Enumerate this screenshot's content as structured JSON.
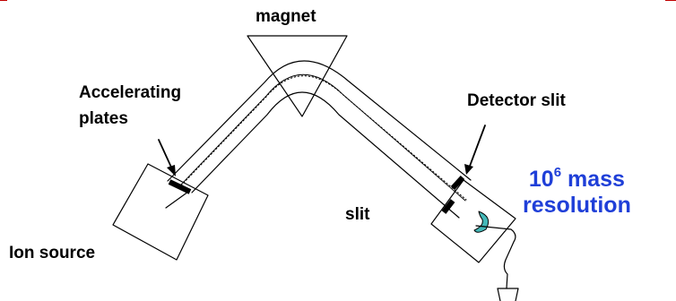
{
  "labels": {
    "magnet": "magnet",
    "accelerating_line1": "Accelerating",
    "accelerating_line2": "plates",
    "detector_slit": "Detector slit",
    "slit": "slit",
    "ion_source": "Ion source"
  },
  "resolution": {
    "base": "10",
    "exponent": "6",
    "word1": "mass",
    "word2": "resolution"
  },
  "colors": {
    "resolution_text": "#1f3fd8",
    "title_fragment": "#c00000",
    "stroke": "#000000"
  }
}
